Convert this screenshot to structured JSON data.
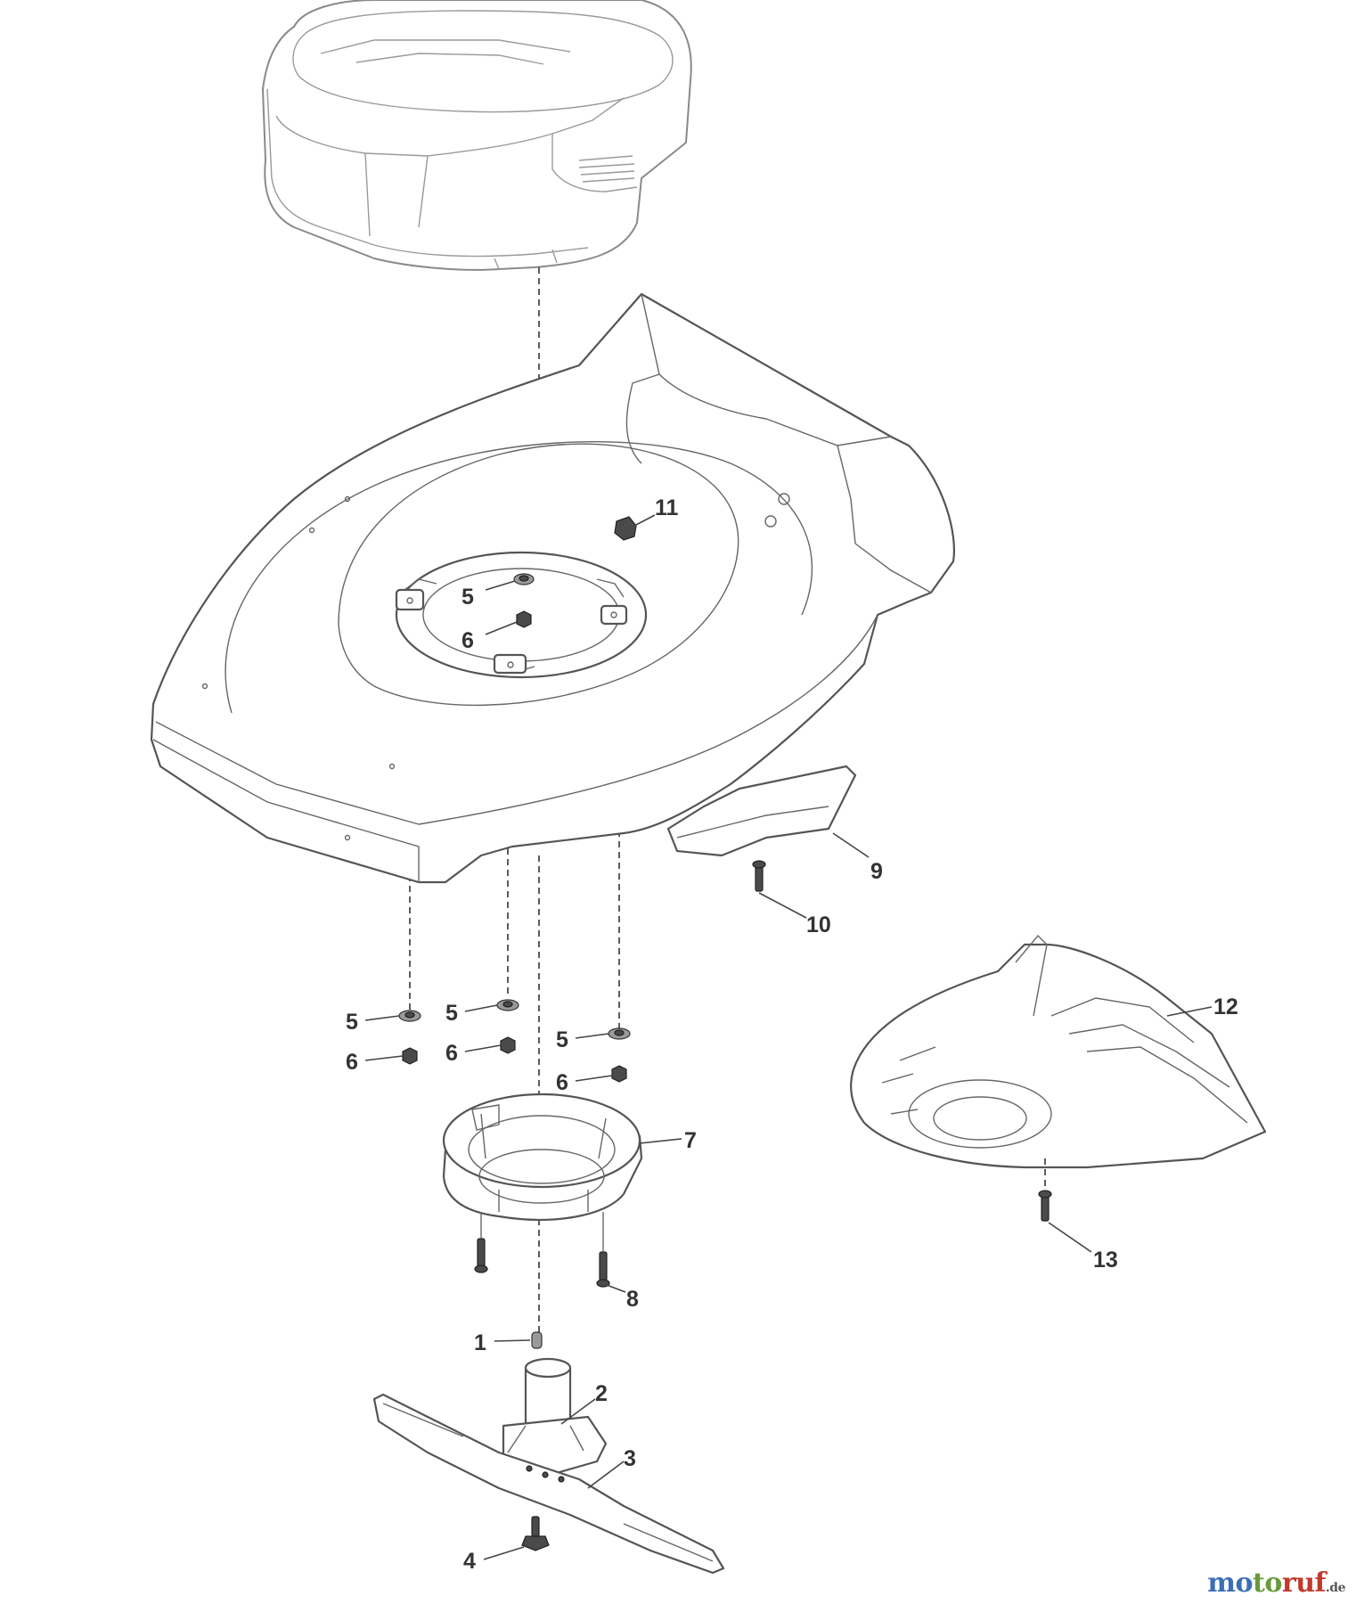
{
  "callouts": {
    "part_1": "1",
    "part_2": "2",
    "part_3": "3",
    "part_4": "4",
    "part_5": "5",
    "part_6": "6",
    "part_7": "7",
    "part_8": "8",
    "part_9": "9",
    "part_10": "10",
    "part_11": "11",
    "part_12": "12",
    "part_13": "13"
  },
  "watermark": {
    "part_a": "mo",
    "part_b": "to",
    "part_c": "ruf",
    "tld": ".de"
  }
}
